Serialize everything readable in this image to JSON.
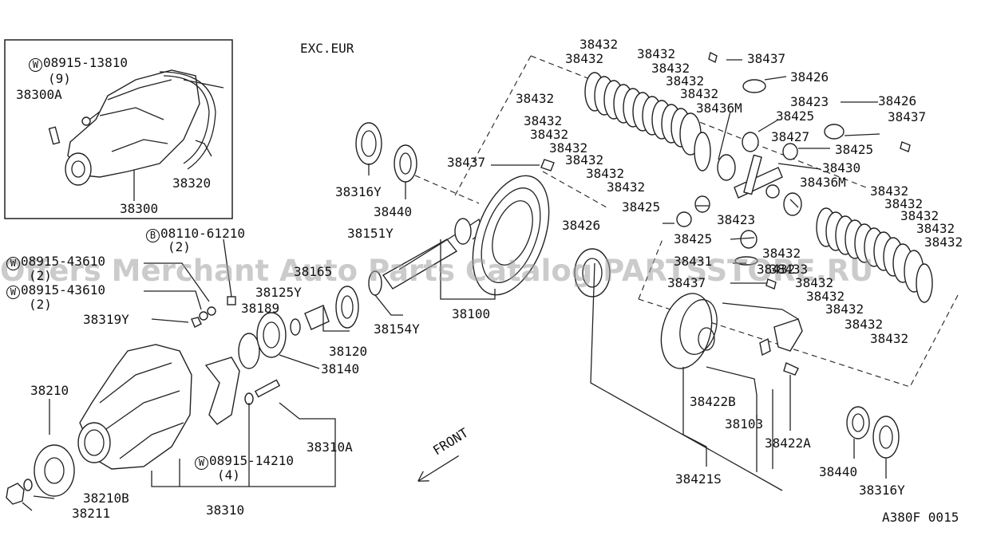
{
  "region_note": "EXC.EUR",
  "watermark": "Offers Merchant Auto Parts Catalog PARTSSTORE.RU",
  "diagram_code": "A380F 0015",
  "front_label": "FRONT",
  "inset": {
    "bolt_code": "08915-13810",
    "bolt_qty": "(9)",
    "labels": [
      "38300A",
      "38320",
      "38300"
    ]
  },
  "fasteners": {
    "b_code": "08110-61210",
    "b_qty": "(2)",
    "w1_code": "08915-43610",
    "w1_qty": "(2)",
    "w2_code": "08915-43610",
    "w2_qty": "(2)",
    "w3_code": "08915-14210",
    "w3_qty": "(4)"
  },
  "labels": {
    "p38319Y": "38319Y",
    "p38210": "38210",
    "p38210B": "38210B",
    "p38211": "38211",
    "p38310": "38310",
    "p38310A": "38310A",
    "p38189": "38189",
    "p38125Y": "38125Y",
    "p38165": "38165",
    "p38140": "38140",
    "p38120": "38120",
    "p38154Y": "38154Y",
    "p38100": "38100",
    "p38151Y": "38151Y",
    "p38316Y_a": "38316Y",
    "p38440_a": "38440",
    "p38437_a": "38437",
    "p38426_a": "38426",
    "p38425_a": "38425",
    "p38423_a": "38423",
    "p38425_b": "38425",
    "p38431": "38431",
    "p38437_b": "38437",
    "p38432_m1": "38432",
    "p38433": "38433",
    "p38437_top": "38437",
    "p38426_top": "38426",
    "p38423_top": "38423",
    "p38425_top": "38425",
    "p38427": "38427",
    "p38425_mid": "38425",
    "p38426_r": "38426",
    "p38437_r": "38437",
    "p38430": "38430",
    "p38436M_top": "38436M",
    "p38436M_mid": "38436M",
    "p38422B": "38422B",
    "p38103": "38103",
    "p38422A": "38422A",
    "p38421S": "38421S",
    "p38440_b": "38440",
    "p38316Y_b": "38316Y"
  },
  "shim_label": "38432",
  "upper_shims": [
    {
      "id": "u1"
    },
    {
      "id": "u2"
    },
    {
      "id": "u3"
    },
    {
      "id": "u4"
    },
    {
      "id": "u5"
    },
    {
      "id": "u6"
    },
    {
      "id": "u7"
    },
    {
      "id": "u8"
    },
    {
      "id": "u9"
    },
    {
      "id": "u10"
    },
    {
      "id": "u11"
    },
    {
      "id": "u12"
    },
    {
      "id": "u13"
    }
  ],
  "lower_shims": [
    {
      "id": "l1"
    },
    {
      "id": "l2"
    },
    {
      "id": "l3"
    },
    {
      "id": "l4"
    },
    {
      "id": "l5"
    },
    {
      "id": "l6"
    },
    {
      "id": "l7"
    },
    {
      "id": "l8"
    },
    {
      "id": "l9"
    },
    {
      "id": "l10"
    },
    {
      "id": "l11"
    }
  ]
}
